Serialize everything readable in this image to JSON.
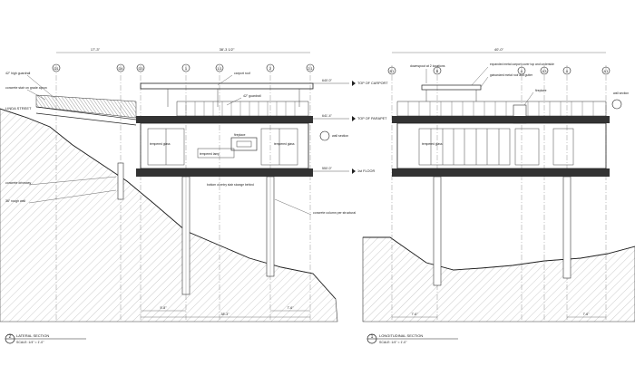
{
  "left_section": {
    "title": "LATERAL SECTION",
    "scale": "SCALE: 1/4\" = 1'-0\"",
    "number": "2",
    "top_dims": [
      "17'-3\"",
      "38'-3 1/2\""
    ],
    "bottom_dims": [
      "5'-8\"",
      "38'-3\"",
      "7'-6\""
    ],
    "grid_labels": [
      "D1",
      "D4",
      "D3",
      "1",
      "1.1",
      "2",
      "2.1"
    ],
    "levels": [
      {
        "elev": "640'-0\"",
        "name": "TOP OF CARPORT"
      },
      {
        "elev": "641'-4\"",
        "name": "TOP OF PARAPET"
      },
      {
        "elev": "550'-0\"",
        "name": "1st FLOOR"
      }
    ],
    "notes": [
      "42\" high guardrail",
      "concrete stair on grade apron",
      "LINDA STREET",
      "concrete driveway",
      "36\" rough wall",
      "carport roof",
      "42\" guardrail",
      "tempered glass",
      "tempered glass",
      "fireplace",
      "tempered lamp",
      "bottom of entry stair storage behind",
      "concrete column per structural",
      "wall section"
    ]
  },
  "right_section": {
    "title": "LONGITUDINAL SECTION",
    "scale": "SCALE: 1/4\" = 1'-0\"",
    "number": "1",
    "top_dims": [
      "40'-0\""
    ],
    "bottom_dims": [
      "7'-6\"",
      "7'-6\""
    ],
    "grid_labels": [
      "B1",
      "B",
      "A",
      "A3",
      "A",
      "A1"
    ],
    "notes": [
      "downspout at 2 locations",
      "expanded metal carport cover top and underside",
      "galvanized metal roof and gutter",
      "fireplace",
      "wall section",
      "tempered glass"
    ]
  },
  "colors": {
    "line": "#222222",
    "hatch": "#888888",
    "paper": "#ffffff"
  }
}
